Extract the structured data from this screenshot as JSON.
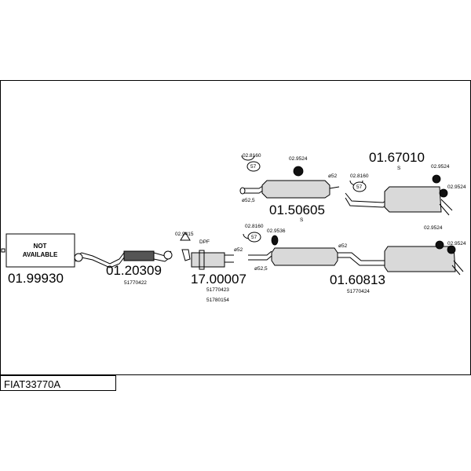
{
  "diagram_id": "FIAT33770A",
  "not_available_box": {
    "line1": "NOT",
    "line2": "AVAILABLE"
  },
  "parts": {
    "p1": "01.99930",
    "p2": "01.20309",
    "p2_ref": "51770422",
    "p3": "17.00007",
    "p3_ref1": "51770423",
    "p3_ref2": "51780154",
    "p4": "01.50605",
    "p4_variant": "S",
    "p5": "01.67010",
    "p5_variant": "S",
    "p6": "01.60813",
    "p6_ref": "51770424"
  },
  "fittings": {
    "f_29415": "02.9415",
    "dpf": "DPF",
    "f_28160_a": "02.8160",
    "f_28160_b": "02.8160",
    "f_28160_c": "02.8160",
    "f_29524_a": "02.9524",
    "f_29524_b": "02.9524",
    "f_29524_c": "02.9524",
    "f_29524_d": "02.9524",
    "f_29524_e": "02.9524",
    "f_29536": "02.9536",
    "size_57_a": "57",
    "size_57_b": "57",
    "size_57_c": "57",
    "d52_a": "ø52",
    "d52_b": "ø52",
    "d52_c": "ø52",
    "d52_5_a": "ø52,5",
    "d52_5_b": "ø52,5"
  },
  "colors": {
    "line": "#000000",
    "muffler_fill": "#d9d9d9",
    "background": "#ffffff"
  }
}
